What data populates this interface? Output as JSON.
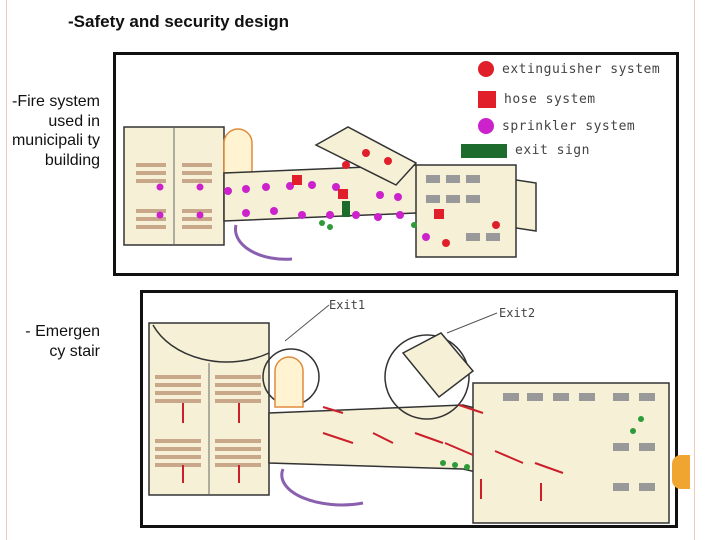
{
  "slide": {
    "title": "-Safety and security design",
    "label_fire": "-Fire system used in municipali ty building",
    "label_stair": "- Emergen cy stair"
  },
  "legend": {
    "items": [
      {
        "label": "extinguisher system",
        "color": "#e01f2a",
        "icon": "red-circle"
      },
      {
        "label": "hose system",
        "color": "#e01f2a",
        "icon": "red-square"
      },
      {
        "label": "sprinkler system",
        "color": "#cc22cc",
        "icon": "magenta-circle"
      },
      {
        "label": "exit sign",
        "color": "#1e6b2e",
        "icon": "green-rectangle"
      }
    ]
  },
  "plan2": {
    "exit1": "Exit1",
    "exit2": "Exit2"
  },
  "colors": {
    "accent": "#f0a530",
    "margin_line": "#f2c9b5",
    "wall": "#333333",
    "floor": "#f6f1d6"
  }
}
